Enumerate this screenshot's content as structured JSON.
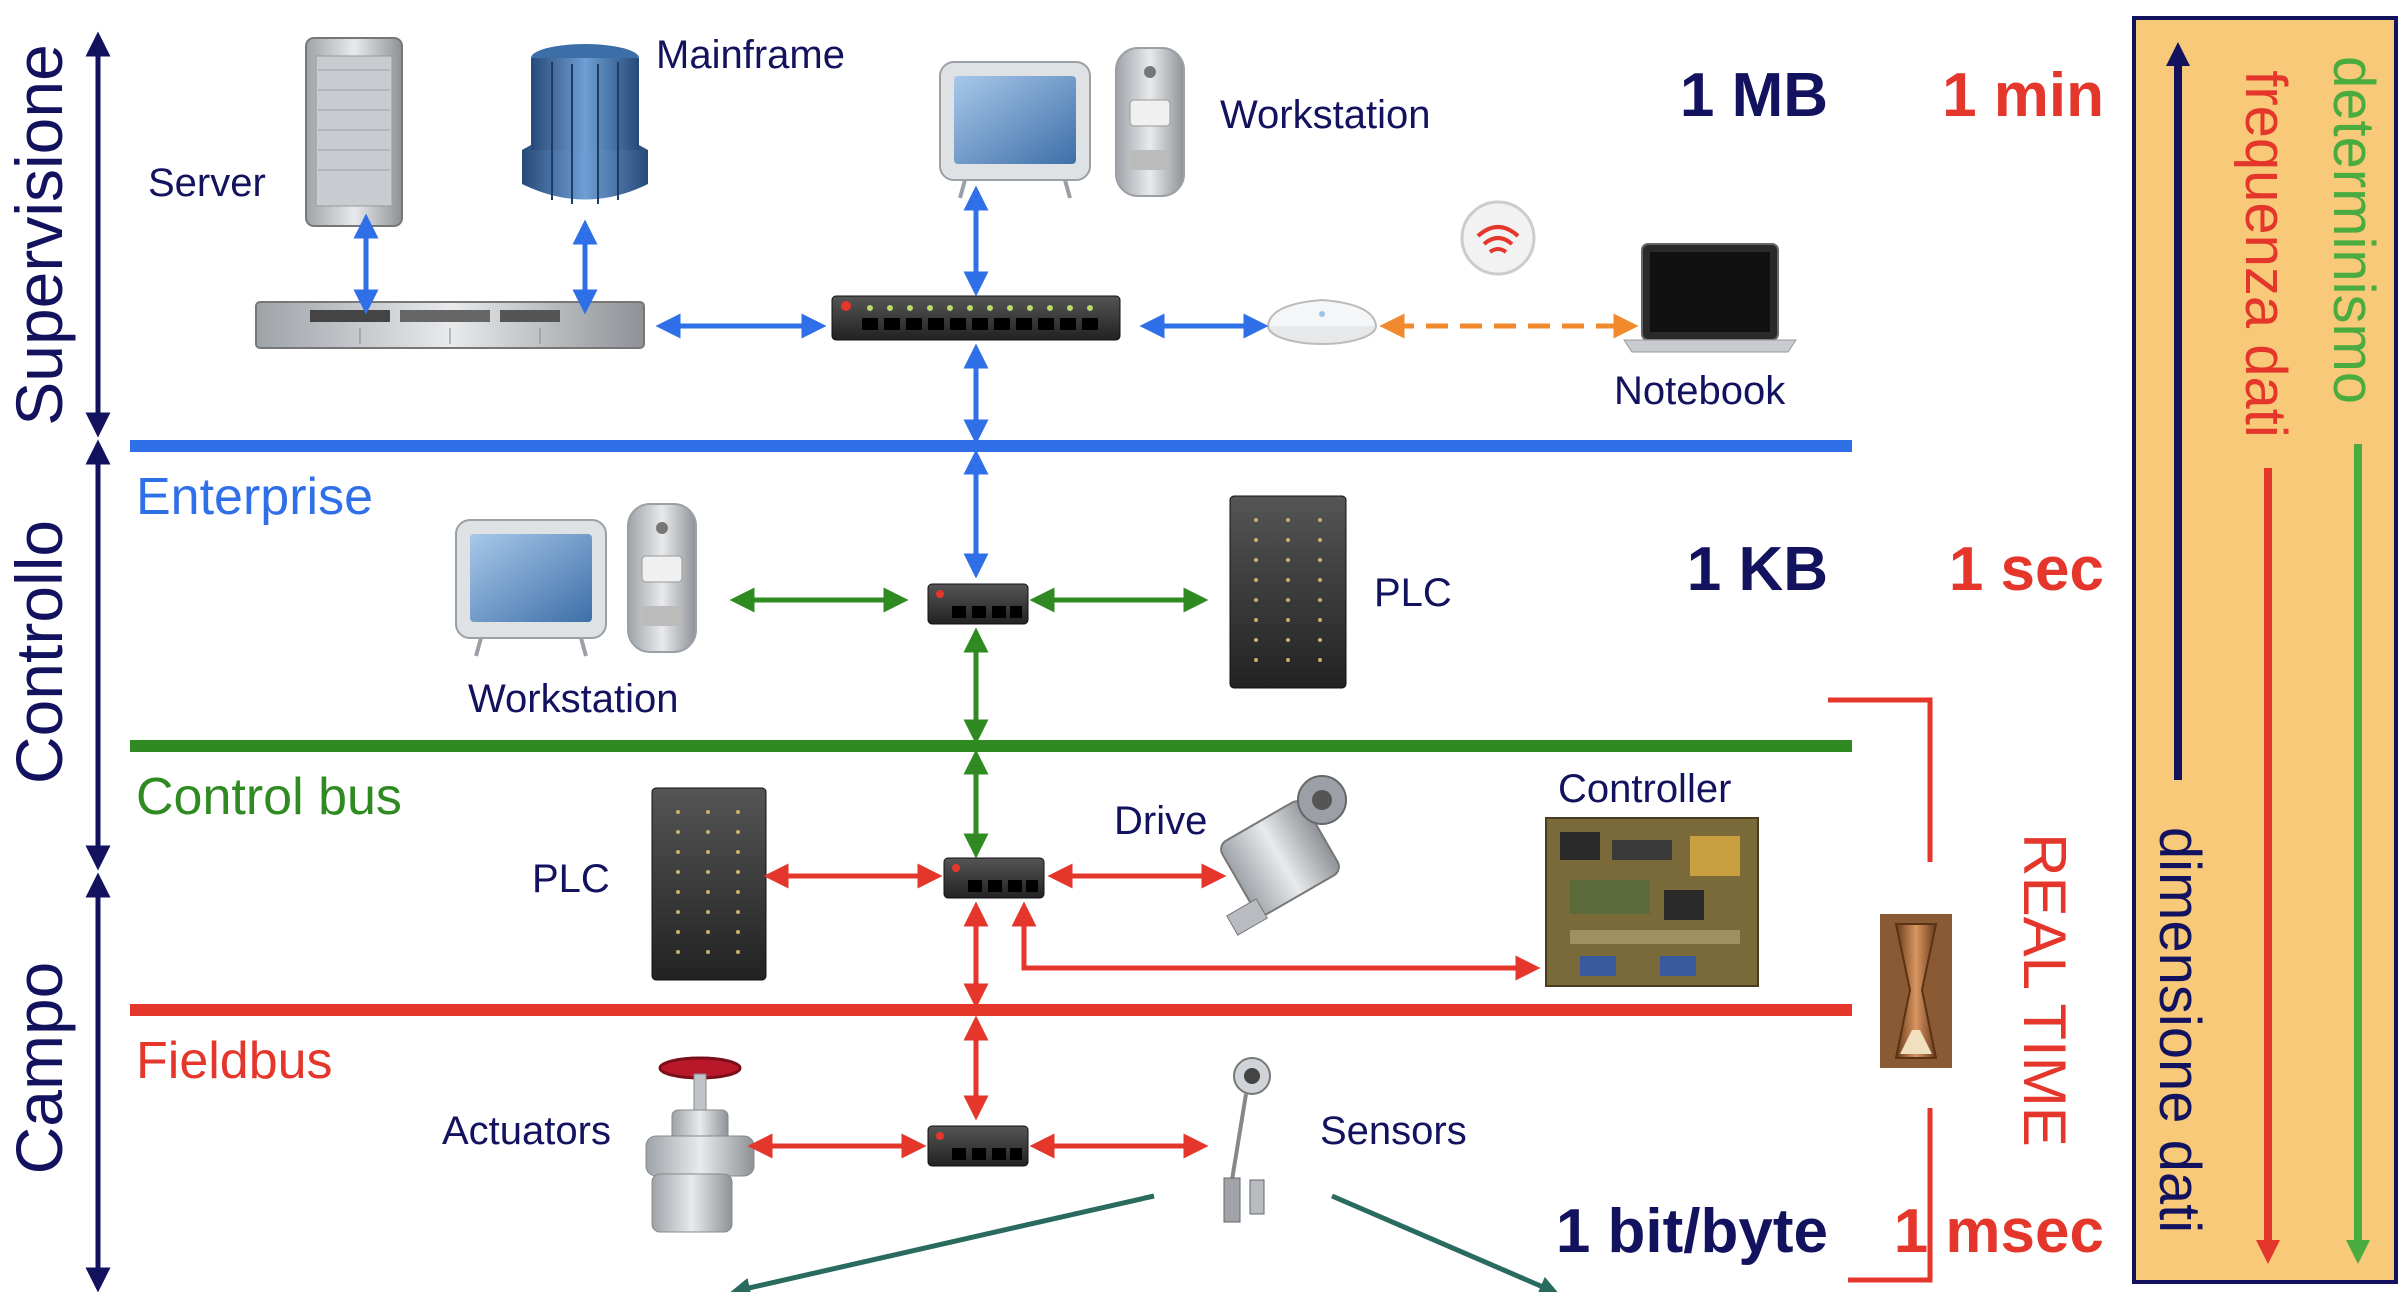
{
  "sections": {
    "supervision": "Supervisione",
    "control": "Controllo",
    "field": "Campo"
  },
  "buses": {
    "enterprise": "Enterprise",
    "control_bus": "Control bus",
    "fieldbus": "Fieldbus"
  },
  "devices": {
    "server": "Server",
    "mainframe": "Mainframe",
    "workstation_top": "Workstation",
    "notebook": "Notebook",
    "workstation_mid": "Workstation",
    "plc_mid": "PLC",
    "plc_low": "PLC",
    "drive": "Drive",
    "controller": "Controller",
    "actuators": "Actuators",
    "sensors": "Sensors"
  },
  "metrics": {
    "size_top": "1 MB",
    "time_top": "1 min",
    "size_mid": "1 KB",
    "time_mid": "1 sec",
    "size_low": "1 bit/byte",
    "time_low": "1 msec"
  },
  "real_time": "REAL TIME",
  "legend": {
    "size": "dimensione dati",
    "frequency": "frequenza dati",
    "determinism": "determinismo"
  },
  "colors": {
    "navy": "#13125e",
    "blue": "#2f6fe8",
    "green": "#2f8a22",
    "red": "#e4362b",
    "orange": "#f08a2c",
    "legend_bg": "#f7c978",
    "teal": "#2a6b60"
  }
}
